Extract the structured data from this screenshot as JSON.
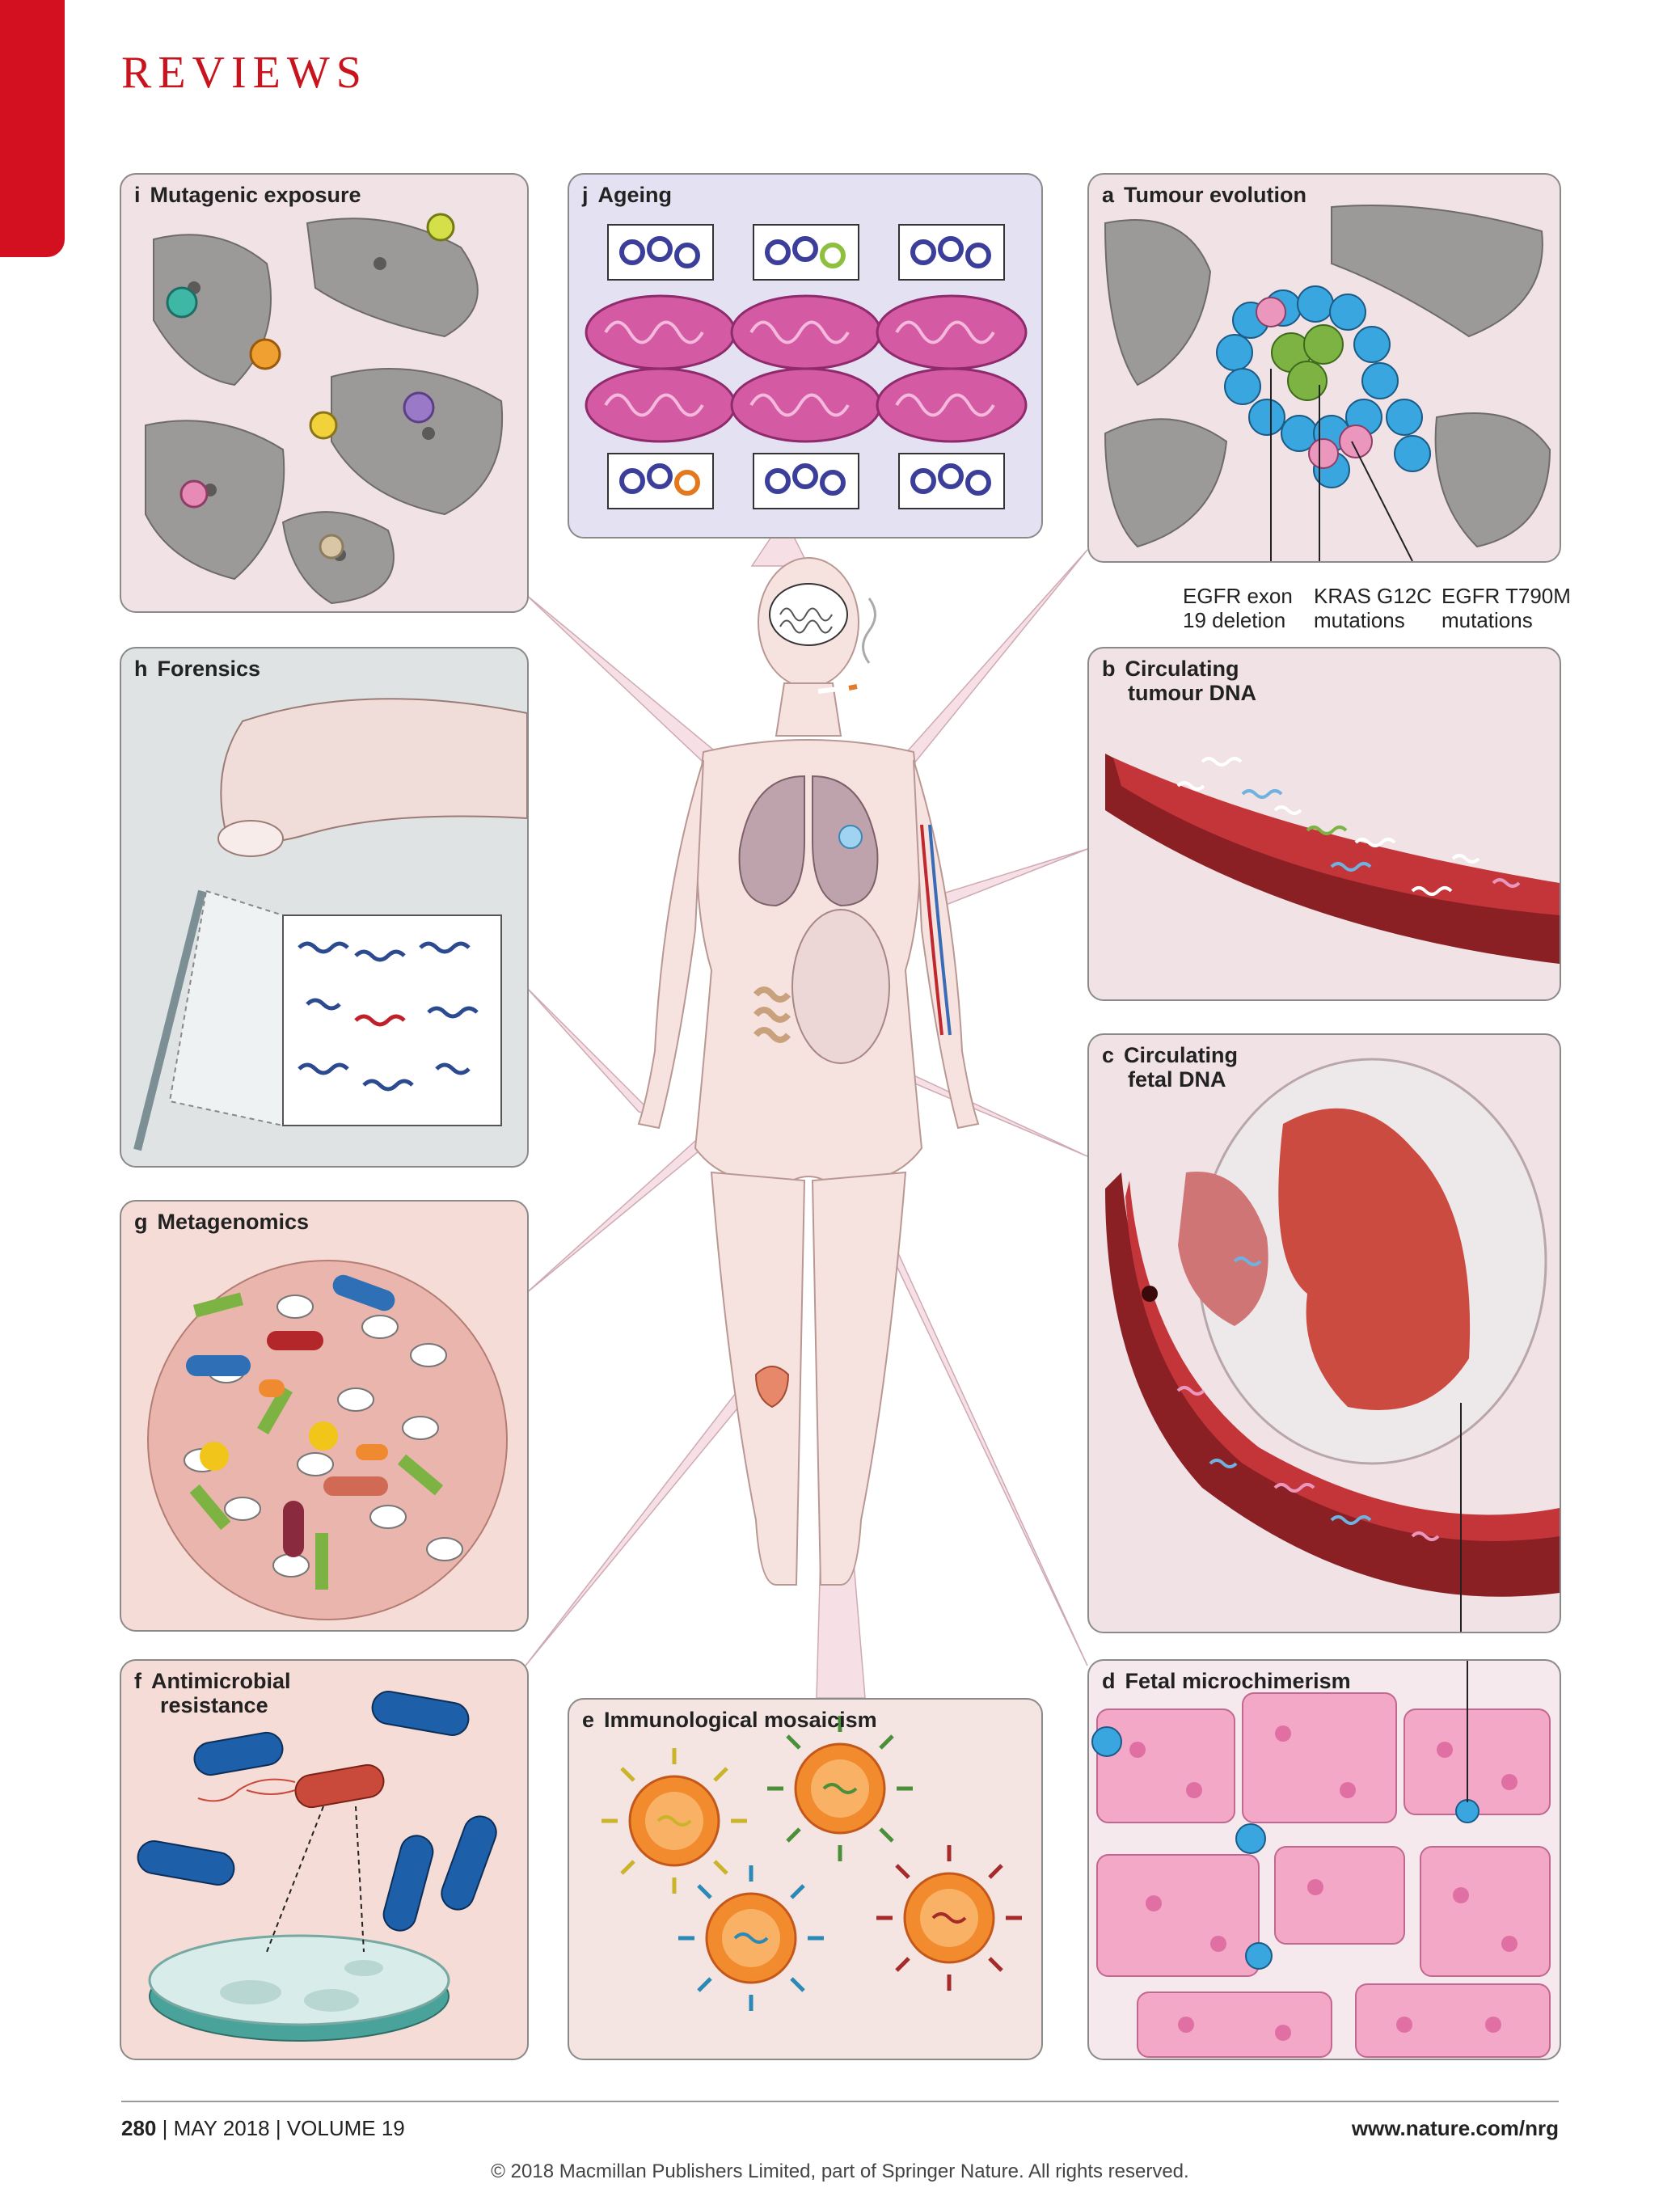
{
  "header": {
    "section": "REVIEWS"
  },
  "panels": {
    "a": {
      "letter": "a",
      "title": "Tumour evolution"
    },
    "b": {
      "letter": "b",
      "title_line1": "Circulating",
      "title_line2": "tumour DNA"
    },
    "c": {
      "letter": "c",
      "title_line1": "Circulating",
      "title_line2": "fetal DNA"
    },
    "d": {
      "letter": "d",
      "title": "Fetal microchimerism"
    },
    "e": {
      "letter": "e",
      "title": "Immunological mosaicism"
    },
    "f": {
      "letter": "f",
      "title_line1": "Antimicrobial",
      "title_line2": "resistance"
    },
    "g": {
      "letter": "g",
      "title": "Metagenomics"
    },
    "h": {
      "letter": "h",
      "title": "Forensics"
    },
    "i": {
      "letter": "i",
      "title": "Mutagenic exposure"
    },
    "j": {
      "letter": "j",
      "title": "Ageing"
    }
  },
  "annotations": {
    "egfr_exon_line1": "EGFR exon",
    "egfr_exon_line2": "19 deletion",
    "kras_line1": "KRAS G12C",
    "kras_line2": "mutations",
    "egfr_t790m_line1": "EGFR T790M",
    "egfr_t790m_line2": "mutations"
  },
  "colors": {
    "accent_red": "#d2101f",
    "cell_grey": "#9c9a98",
    "tumour_blue": "#3aa6df",
    "kras_green": "#7cb342",
    "vessel_red": "#b3262a",
    "tissue_pink": "#f2c6d8"
  },
  "footer": {
    "page": "280",
    "issue": "MAY 2018 | VOLUME 19",
    "url": "www.nature.com/nrg",
    "copyright": "© 2018 Macmillan Publishers Limited, part of Springer Nature. All rights reserved."
  }
}
